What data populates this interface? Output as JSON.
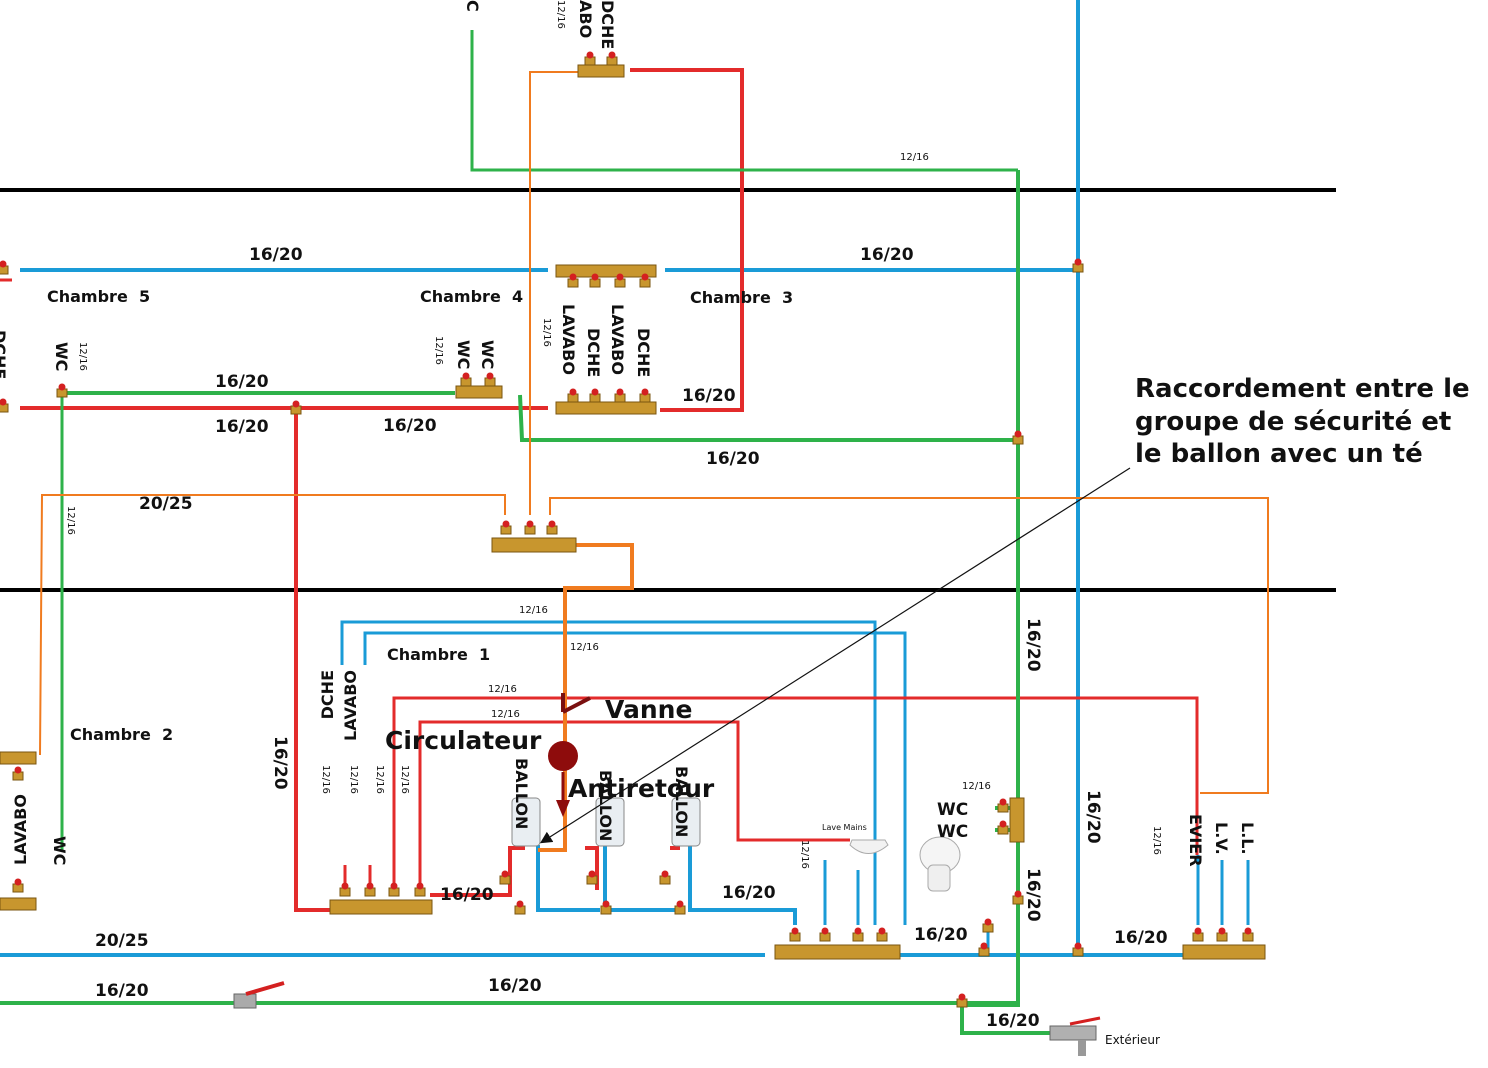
{
  "rooms": {
    "chambre5": "Chambre  5",
    "chambre4": "Chambre  4",
    "chambre3": "Chambre  3",
    "chambre1": "Chambre  1",
    "chambre2": "Chambre  2"
  },
  "pipe_sizes": {
    "s1620": "16/20",
    "s2025": "20/25",
    "s1216": "12/16"
  },
  "fixtures": {
    "wc": "WC",
    "dche": "DCHE",
    "lavabo": "LAVABO",
    "ballon": "BALLON",
    "evier": "EVIER",
    "lv": "L.V.",
    "ll": "L.L.",
    "lave_mains": "Lave Mains",
    "exterieur": "Extérieur",
    "top_c": "C",
    "top_abo": "ABO"
  },
  "components": {
    "vanne": "Vanne",
    "circulateur": "Circulateur",
    "antiretour": "Antiretour"
  },
  "annotation": {
    "line1": "Raccordement entre le",
    "line2": "groupe de sécurité et",
    "line3": "le ballon avec un té"
  },
  "colors": {
    "cold": "#1a9bd7",
    "hot": "#e32b2b",
    "green": "#2eb24a",
    "orange": "#f07b1f",
    "floor": "#000000",
    "brass": "#c8962e"
  }
}
